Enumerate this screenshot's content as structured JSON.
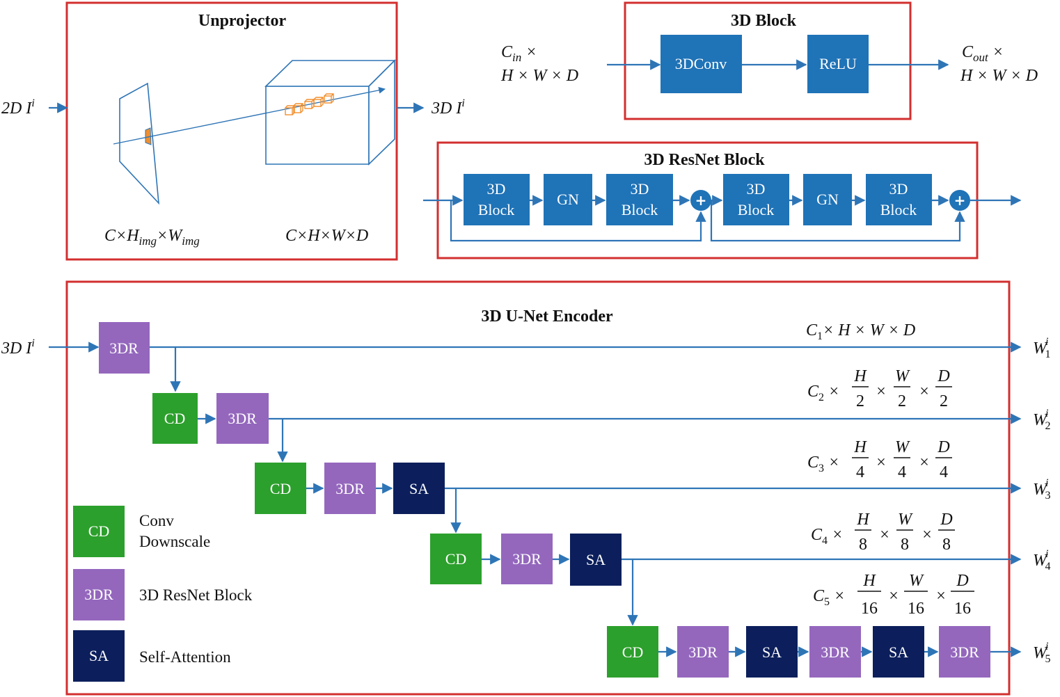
{
  "colors": {
    "frame": "#d32f2f",
    "wire": "#2e75b6",
    "blue_block": "#1f73b7",
    "cd": "#2ca02c",
    "r3d": "#9467bd",
    "sa": "#0c1f5c",
    "cube_orange": "#f28e2b"
  },
  "unprojector": {
    "title": "Unprojector",
    "input": "2D I",
    "input_sup": "i",
    "output": "3D I",
    "output_sup": "i",
    "dim_img": [
      "C×H",
      "img",
      "×W",
      "img"
    ],
    "dim_vol": "C×H×W×D"
  },
  "block3d": {
    "title": "3D Block",
    "conv": "3DConv",
    "relu": "ReLU",
    "in_line1": [
      "C",
      "in",
      " ×"
    ],
    "in_line2": "H × W × D",
    "out_line1": [
      "C",
      "out",
      " ×"
    ],
    "out_line2": "H × W × D"
  },
  "resnet": {
    "title": "3D ResNet Block",
    "block_line1": "3D",
    "block_line2": "Block",
    "gn": "GN",
    "plus": "+"
  },
  "unet": {
    "title": "3D U-Net Encoder",
    "input": "3D I",
    "input_sup": "i",
    "cd": "CD",
    "r3d": "3DR",
    "sa": "SA",
    "outputs": [
      {
        "w": "W",
        "sub": "1",
        "sup": "i",
        "c": "C",
        "csub": "1",
        "dim": "× H × W × D"
      },
      {
        "w": "W",
        "sub": "2",
        "sup": "i",
        "c": "C",
        "csub": "2",
        "div": "2"
      },
      {
        "w": "W",
        "sub": "3",
        "sup": "i",
        "c": "C",
        "csub": "3",
        "div": "4"
      },
      {
        "w": "W",
        "sub": "4",
        "sup": "i",
        "c": "C",
        "csub": "4",
        "div": "8"
      },
      {
        "w": "W",
        "sub": "5",
        "sup": "i",
        "c": "C",
        "csub": "5",
        "div": "16"
      }
    ],
    "frac_nums": [
      "H",
      "W",
      "D"
    ],
    "times": "×"
  },
  "legend": [
    {
      "abbr": "CD",
      "line1": "Conv",
      "line2": "Downscale"
    },
    {
      "abbr": "3DR",
      "line1": "3D ResNet Block"
    },
    {
      "abbr": "SA",
      "line1": "Self-Attention"
    }
  ]
}
